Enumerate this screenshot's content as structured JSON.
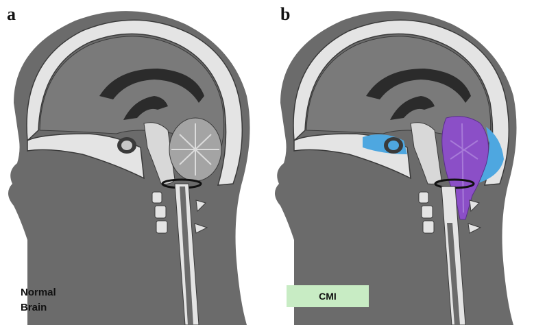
{
  "panels": [
    {
      "letter": "a",
      "caption": "Normal\nBrain"
    },
    {
      "letter": "b",
      "caption": "CMI"
    }
  ],
  "colors": {
    "head": "#6b6b6b",
    "skull": "#e4e4e4",
    "skull_outline": "#3a3a3a",
    "brain": "#7a7a7a",
    "corpus_callosum": "#2b2b2b",
    "brainstem": "#d8d8d8",
    "cerebellum_normal": "#a4a4a4",
    "csf": "#4ea7e0",
    "cerebellum_cmi": "#8b4fc7",
    "foramen_ring": "#111111",
    "caption_box": "#c8ecc4"
  }
}
